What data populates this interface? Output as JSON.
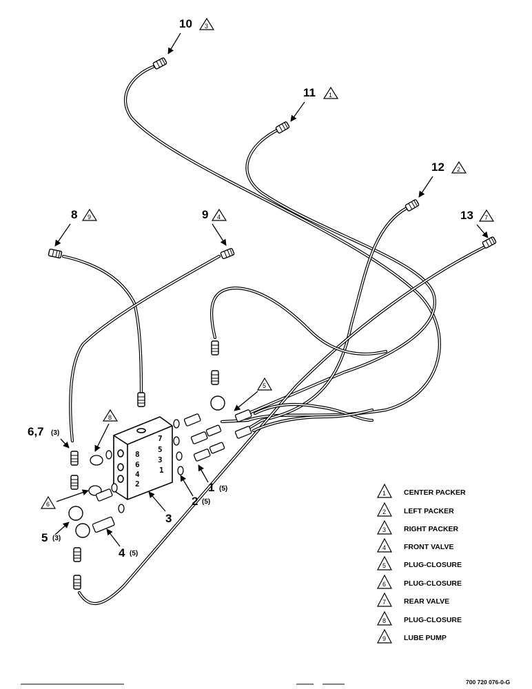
{
  "callouts": {
    "c10": {
      "num": "10",
      "tri": "3"
    },
    "c11": {
      "num": "11",
      "tri": "1"
    },
    "c12": {
      "num": "12",
      "tri": "2"
    },
    "c13": {
      "num": "13",
      "tri": "7"
    },
    "c8": {
      "num": "8",
      "tri": "9"
    },
    "c9": {
      "num": "9",
      "tri": "4"
    },
    "c67": {
      "num": "6,7",
      "qty": "(3)"
    },
    "c1": {
      "num": "1",
      "qty": "(5)"
    },
    "c2": {
      "num": "2",
      "qty": "(5)"
    },
    "c3": {
      "num": "3"
    },
    "c4": {
      "num": "4",
      "qty": "(5)"
    },
    "c5": {
      "num": "5",
      "qty": "(3)"
    },
    "t5": "5",
    "t6": "6",
    "t8": "8"
  },
  "block_numbers": [
    "7",
    "5",
    "3",
    "1",
    "8",
    "6",
    "4",
    "2"
  ],
  "legend": [
    {
      "num": "1",
      "label": "CENTER PACKER"
    },
    {
      "num": "2",
      "label": "LEFT PACKER"
    },
    {
      "num": "3",
      "label": "RIGHT PACKER"
    },
    {
      "num": "4",
      "label": "FRONT VALVE"
    },
    {
      "num": "5",
      "label": "PLUG-CLOSURE"
    },
    {
      "num": "6",
      "label": "PLUG-CLOSURE"
    },
    {
      "num": "7",
      "label": "REAR VALVE"
    },
    {
      "num": "8",
      "label": "PLUG-CLOSURE"
    },
    {
      "num": "9",
      "label": "LUBE PUMP"
    }
  ],
  "drawing_number": "700 720 076-0-G"
}
